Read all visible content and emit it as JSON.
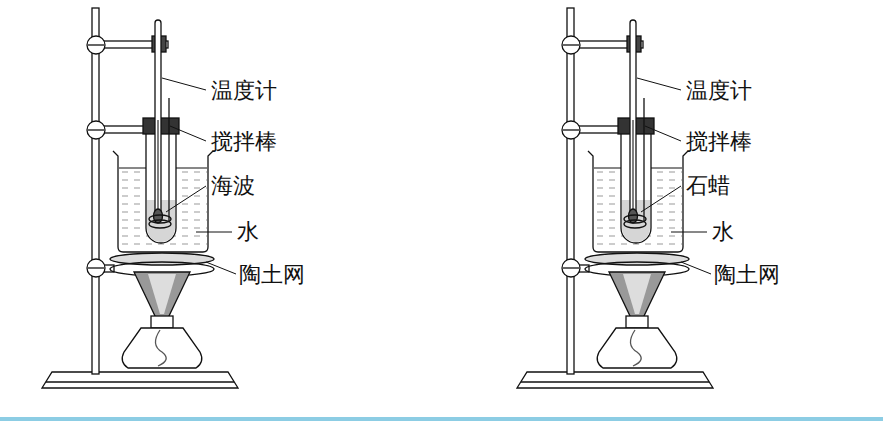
{
  "diagram": {
    "labels": [
      "温度计",
      "搅拌棒",
      "海波",
      "水",
      "陶土网",
      "温度计",
      "搅拌棒",
      "石蜡",
      "水",
      "陶土网"
    ]
  }
}
